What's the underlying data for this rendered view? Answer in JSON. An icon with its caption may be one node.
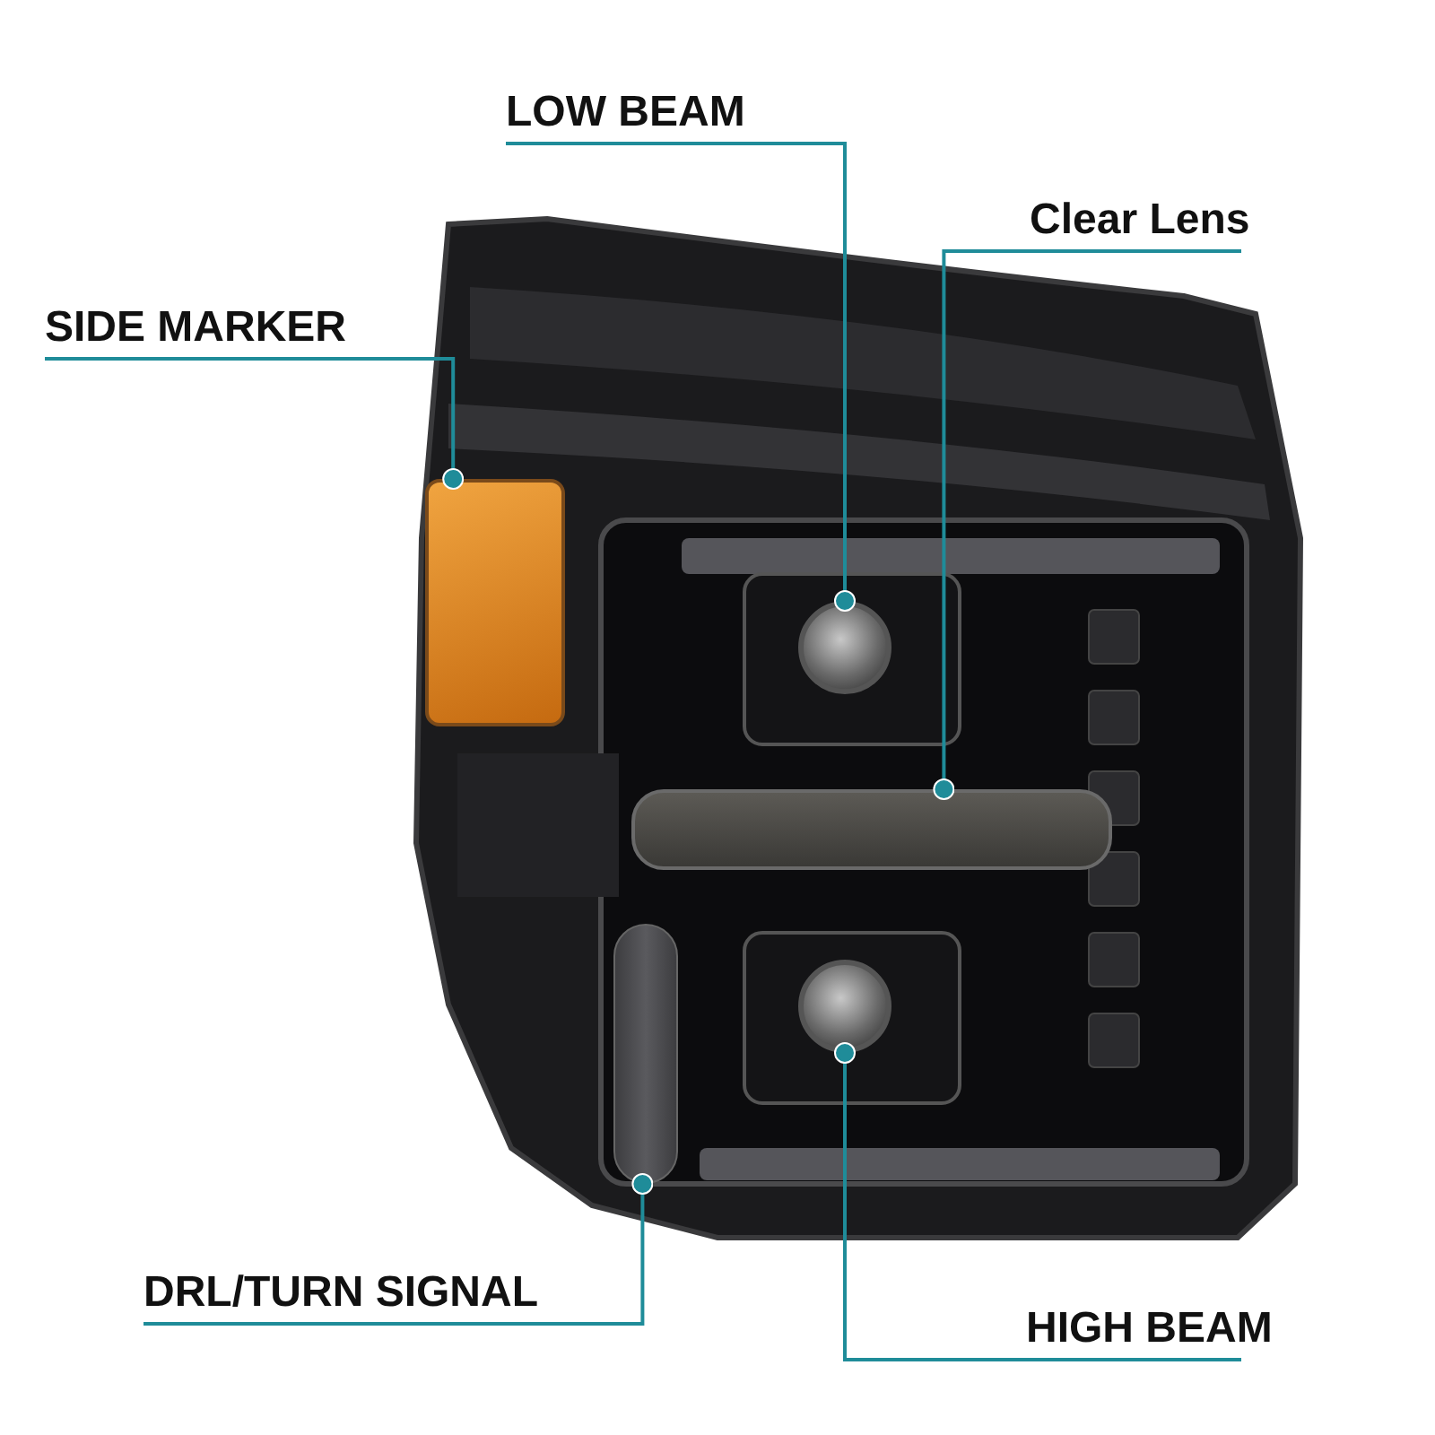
{
  "diagram": {
    "nodes": [
      {
        "text": [
          "LOW BEAM"
        ]
      },
      {
        "text": [
          "Clear Lens"
        ]
      },
      {
        "text": [
          "SIDE MARKER"
        ]
      },
      {
        "text": [
          "DRL/TURN SIGNAL"
        ]
      },
      {
        "text": [
          "HIGH BEAM"
        ]
      },
      {
        "text": [],
        "shape": "box"
      },
      {
        "text": [],
        "shape": "circle"
      },
      {
        "text": [],
        "shape": "bar"
      },
      {
        "text": [],
        "shape": "bar"
      },
      {
        "text": [],
        "shape": "circle"
      }
    ],
    "edges": [
      {
        "from": 0,
        "to": 6,
        "arrow": "other"
      },
      {
        "from": 1,
        "to": 7,
        "arrow": "other"
      },
      {
        "from": 2,
        "to": 5,
        "arrow": "other"
      },
      {
        "from": 3,
        "to": 8,
        "arrow": "other"
      },
      {
        "from": 4,
        "to": 9,
        "arrow": "other"
      }
    ]
  }
}
